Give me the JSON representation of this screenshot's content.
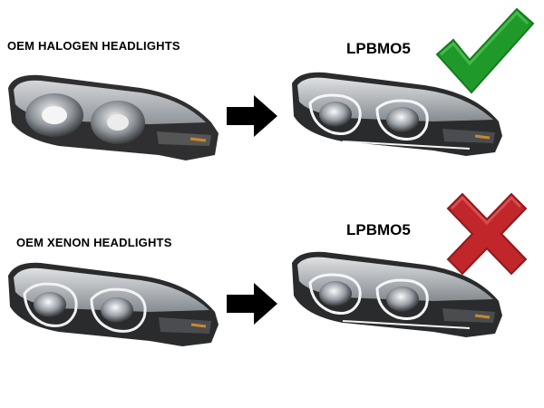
{
  "rows": [
    {
      "source_label": "OEM HALOGEN HEADLIGHTS",
      "target_label": "LPBMO5",
      "compatible": true
    },
    {
      "source_label": "OEM XENON HEADLIGHTS",
      "target_label": "LPBMO5",
      "compatible": false
    }
  ],
  "colors": {
    "check": "#22a02c",
    "cross": "#c0262a",
    "arrow": "#000000",
    "housing": "#2b2b2b",
    "chrome": "#cfd3d8"
  },
  "icons": {
    "check": "checkmark-icon",
    "cross": "cross-icon",
    "arrow": "right-arrow-icon"
  }
}
